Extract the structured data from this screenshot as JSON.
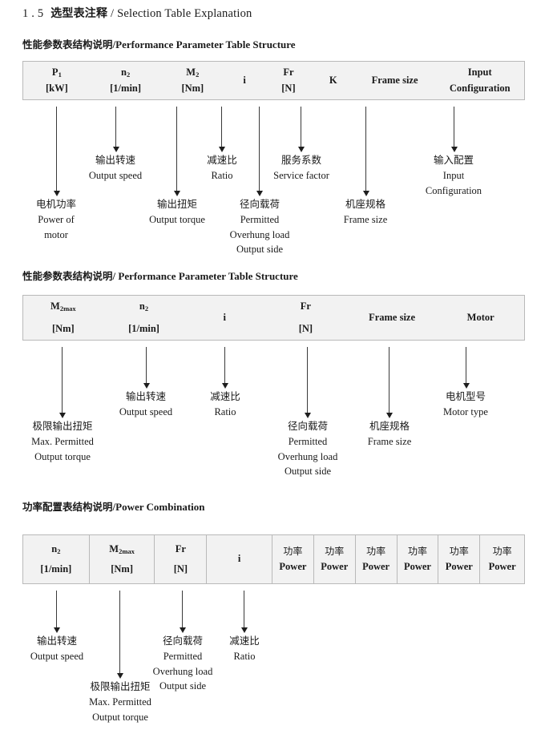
{
  "page": {
    "section_number": "1 . 5",
    "section_title_cn": "选型表注释",
    "section_sep": "/",
    "section_title_en": "Selection Table Explanation"
  },
  "sections": [
    {
      "heading_cn": "性能参数表结构说明",
      "heading_sep": "/",
      "heading_en": "Performance Parameter Table Structure",
      "table": {
        "divided": false,
        "columns": [
          {
            "line1": "P₁",
            "line1_base": "P",
            "line1_sub": "1",
            "line2": "[kW]"
          },
          {
            "line1": "n₂",
            "line1_base": "n",
            "line1_sub": "2",
            "line2": "[1/min]"
          },
          {
            "line1": "M₂",
            "line1_base": "M",
            "line1_sub": "2",
            "line2": "[Nm]"
          },
          {
            "line1": "i",
            "line1_base": "i",
            "line1_sub": "",
            "line2": ""
          },
          {
            "line1": "Fr",
            "line1_base": "Fr",
            "line1_sub": "",
            "line2": "[N]"
          },
          {
            "line1": "K",
            "line1_base": "K",
            "line1_sub": "",
            "line2": ""
          },
          {
            "line1": "Frame size",
            "line1_base": "Frame size",
            "line1_sub": "",
            "line2": ""
          },
          {
            "line1": "Input",
            "line1_base": "Input",
            "line1_sub": "",
            "line2": "Configuration"
          }
        ]
      },
      "annotations": [
        {
          "cn": "电机功率",
          "en": [
            "Power of",
            "motor"
          ]
        },
        {
          "cn": "输出转速",
          "en": [
            "Output speed"
          ]
        },
        {
          "cn": "输出扭矩",
          "en": [
            "Output torque"
          ]
        },
        {
          "cn": "减速比",
          "en": [
            "Ratio"
          ]
        },
        {
          "cn": "径向载荷",
          "en": [
            "Permitted",
            "Overhung load",
            "Output side"
          ]
        },
        {
          "cn": "服务系数",
          "en": [
            "Service factor"
          ]
        },
        {
          "cn": "机座规格",
          "en": [
            "Frame size"
          ]
        },
        {
          "cn": "输入配置",
          "en": [
            "Input",
            "Configuration"
          ]
        }
      ]
    },
    {
      "heading_cn": "性能参数表结构说明",
      "heading_sep": "/",
      "heading_en": "Performance Parameter Table Structure",
      "table": {
        "divided": false,
        "columns": [
          {
            "line1_base": "M",
            "line1_sub": "2max",
            "line2": "[Nm]"
          },
          {
            "line1_base": "n",
            "line1_sub": "2",
            "line2": "[1/min]"
          },
          {
            "line1_base": "i",
            "line1_sub": "",
            "line2": ""
          },
          {
            "line1_base": "Fr",
            "line1_sub": "",
            "line2": "[N]"
          },
          {
            "line1_base": "Frame size",
            "line1_sub": "",
            "line2": ""
          },
          {
            "line1_base": "Motor",
            "line1_sub": "",
            "line2": ""
          }
        ]
      },
      "annotations": [
        {
          "cn": "极限输出扭矩",
          "en": [
            "Max. Permitted",
            "Output  torque"
          ]
        },
        {
          "cn": "输出转速",
          "en": [
            "Output speed"
          ]
        },
        {
          "cn": "减速比",
          "en": [
            "Ratio"
          ]
        },
        {
          "cn": "径向载荷",
          "en": [
            "Permitted",
            "Overhung load",
            "Output side"
          ]
        },
        {
          "cn": "机座规格",
          "en": [
            "Frame size"
          ]
        },
        {
          "cn": "电机型号",
          "en": [
            "Motor type"
          ]
        }
      ]
    },
    {
      "heading_cn": "功率配置表结构说明",
      "heading_sep": "/",
      "heading_en": "Power Combination",
      "table": {
        "divided": true,
        "columns": [
          {
            "line1_base": "n",
            "line1_sub": "2",
            "line2": "[1/min]"
          },
          {
            "line1_base": "M",
            "line1_sub": "2max",
            "line2": "[Nm]"
          },
          {
            "line1_base": "Fr",
            "line1_sub": "",
            "line2": "[N]"
          },
          {
            "line1_base": "i",
            "line1_sub": "",
            "line2": ""
          },
          {
            "cn": "功率",
            "line2": "Power"
          },
          {
            "cn": "功率",
            "line2": "Power"
          },
          {
            "cn": "功率",
            "line2": "Power"
          },
          {
            "cn": "功率",
            "line2": "Power"
          },
          {
            "cn": "功率",
            "line2": "Power"
          },
          {
            "cn": "功率",
            "line2": "Power"
          }
        ]
      },
      "annotations": [
        {
          "cn": "输出转速",
          "en": [
            "Output speed"
          ]
        },
        {
          "cn": "极限输出扭矩",
          "en": [
            "Max. Permitted",
            "Output  torque"
          ]
        },
        {
          "cn": "径向载荷",
          "en": [
            "Permitted",
            "Overhung load",
            "Output side"
          ]
        },
        {
          "cn": "减速比",
          "en": [
            "Ratio"
          ]
        }
      ]
    }
  ]
}
